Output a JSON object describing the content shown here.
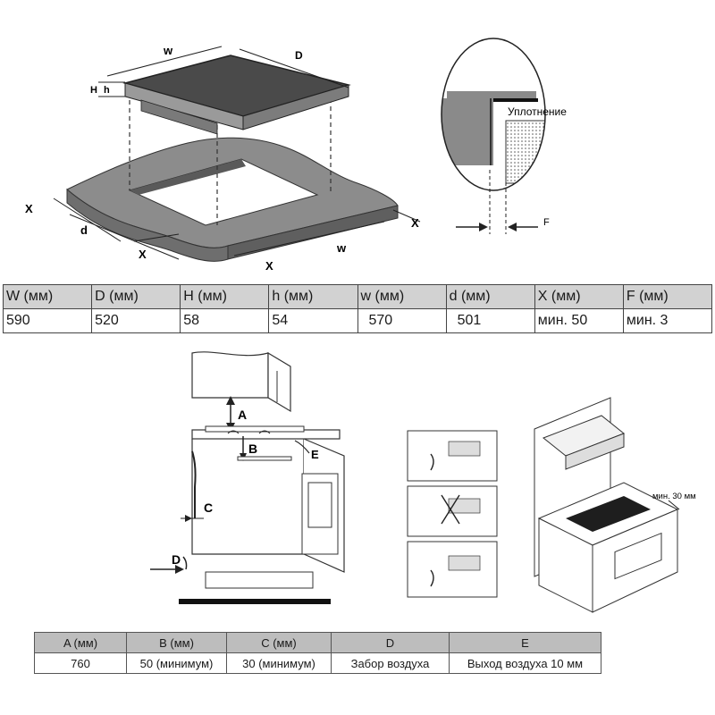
{
  "top_diagram": {
    "labels": {
      "W_top": "w",
      "D_top": "D",
      "H": "H",
      "h": "h",
      "X_left": "X",
      "d": "d",
      "X_bottom": "X",
      "W_bottom": "w",
      "X_right_top": "X",
      "X_right_bottom": "X"
    }
  },
  "detail_diagram": {
    "seal_label": "Уплотнение",
    "F_label": "F"
  },
  "dimensions_table": {
    "headers": [
      "W (мм)",
      "D (мм)",
      "H (мм)",
      "h (мм)",
      "w (мм)",
      "d (мм)",
      "X (мм)",
      "F (мм)"
    ],
    "values": [
      "590",
      "520",
      "58",
      "54",
      "570",
      "501",
      "мин. 50",
      "мин. 3"
    ]
  },
  "install_diagram": {
    "labels": {
      "A": "A",
      "B": "B",
      "C": "C",
      "D": "D",
      "E": "E"
    }
  },
  "iso_diagram": {
    "min_label": "мин. 30 мм"
  },
  "install_table": {
    "headers": [
      "A (мм)",
      "B (мм)",
      "C (мм)",
      "D",
      "E"
    ],
    "values": [
      "760",
      "50 (минимум)",
      "30 (минимум)",
      "Забор воздуха",
      "Выход воздуха 10 мм"
    ]
  }
}
